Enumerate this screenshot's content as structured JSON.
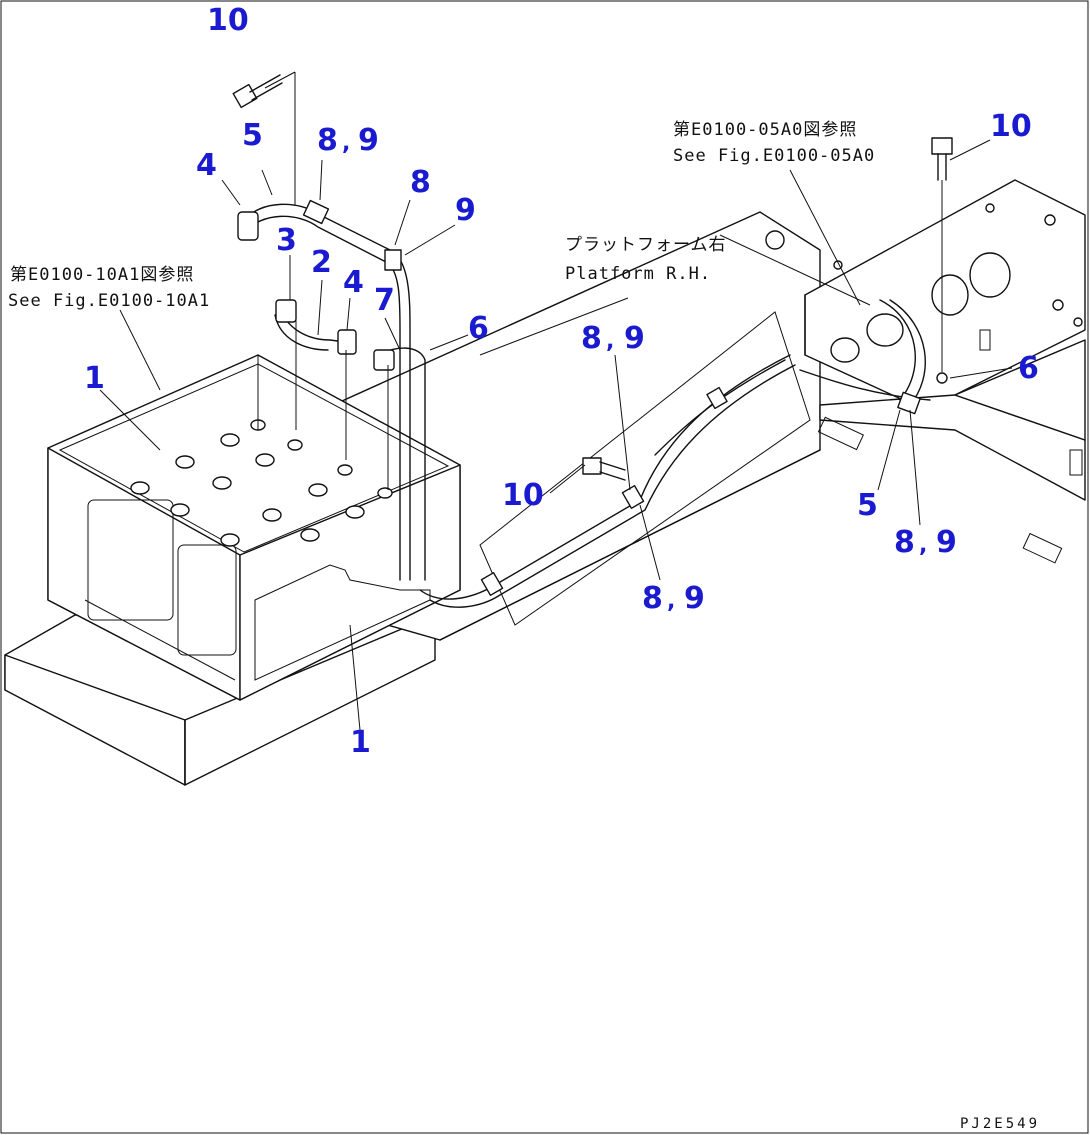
{
  "diagram": {
    "notes": {
      "ref_left_jp": "第E0100-10A1図参照",
      "ref_left_en": "See Fig.E0100-10A1",
      "ref_right_jp": "第E0100-05A0図参照",
      "ref_right_en": "See Fig.E0100-05A0",
      "platform_jp": "プラットフォーム右",
      "platform_en": "Platform R.H."
    },
    "drawing_code": "PJ2E549",
    "callouts": {
      "c10_top": "10",
      "c5_top": "5",
      "c4_top": "4",
      "c8_top": "8",
      "c9_top": "9",
      "c3": "3",
      "c2": "2",
      "c4_mid": "4",
      "c7": "7",
      "c8_mid": "8",
      "c9_mid": "9",
      "c6_mid": "6",
      "c1_top": "1",
      "c1_bottom": "1",
      "c8_center": "8",
      "c9_center": "9",
      "c10_center": "10",
      "c8_lower": "8",
      "c9_lower": "9",
      "c10_right": "10",
      "c6_right": "6",
      "c5_right": "5",
      "c8_right": "8",
      "c9_right": "9",
      "comma": ","
    }
  }
}
